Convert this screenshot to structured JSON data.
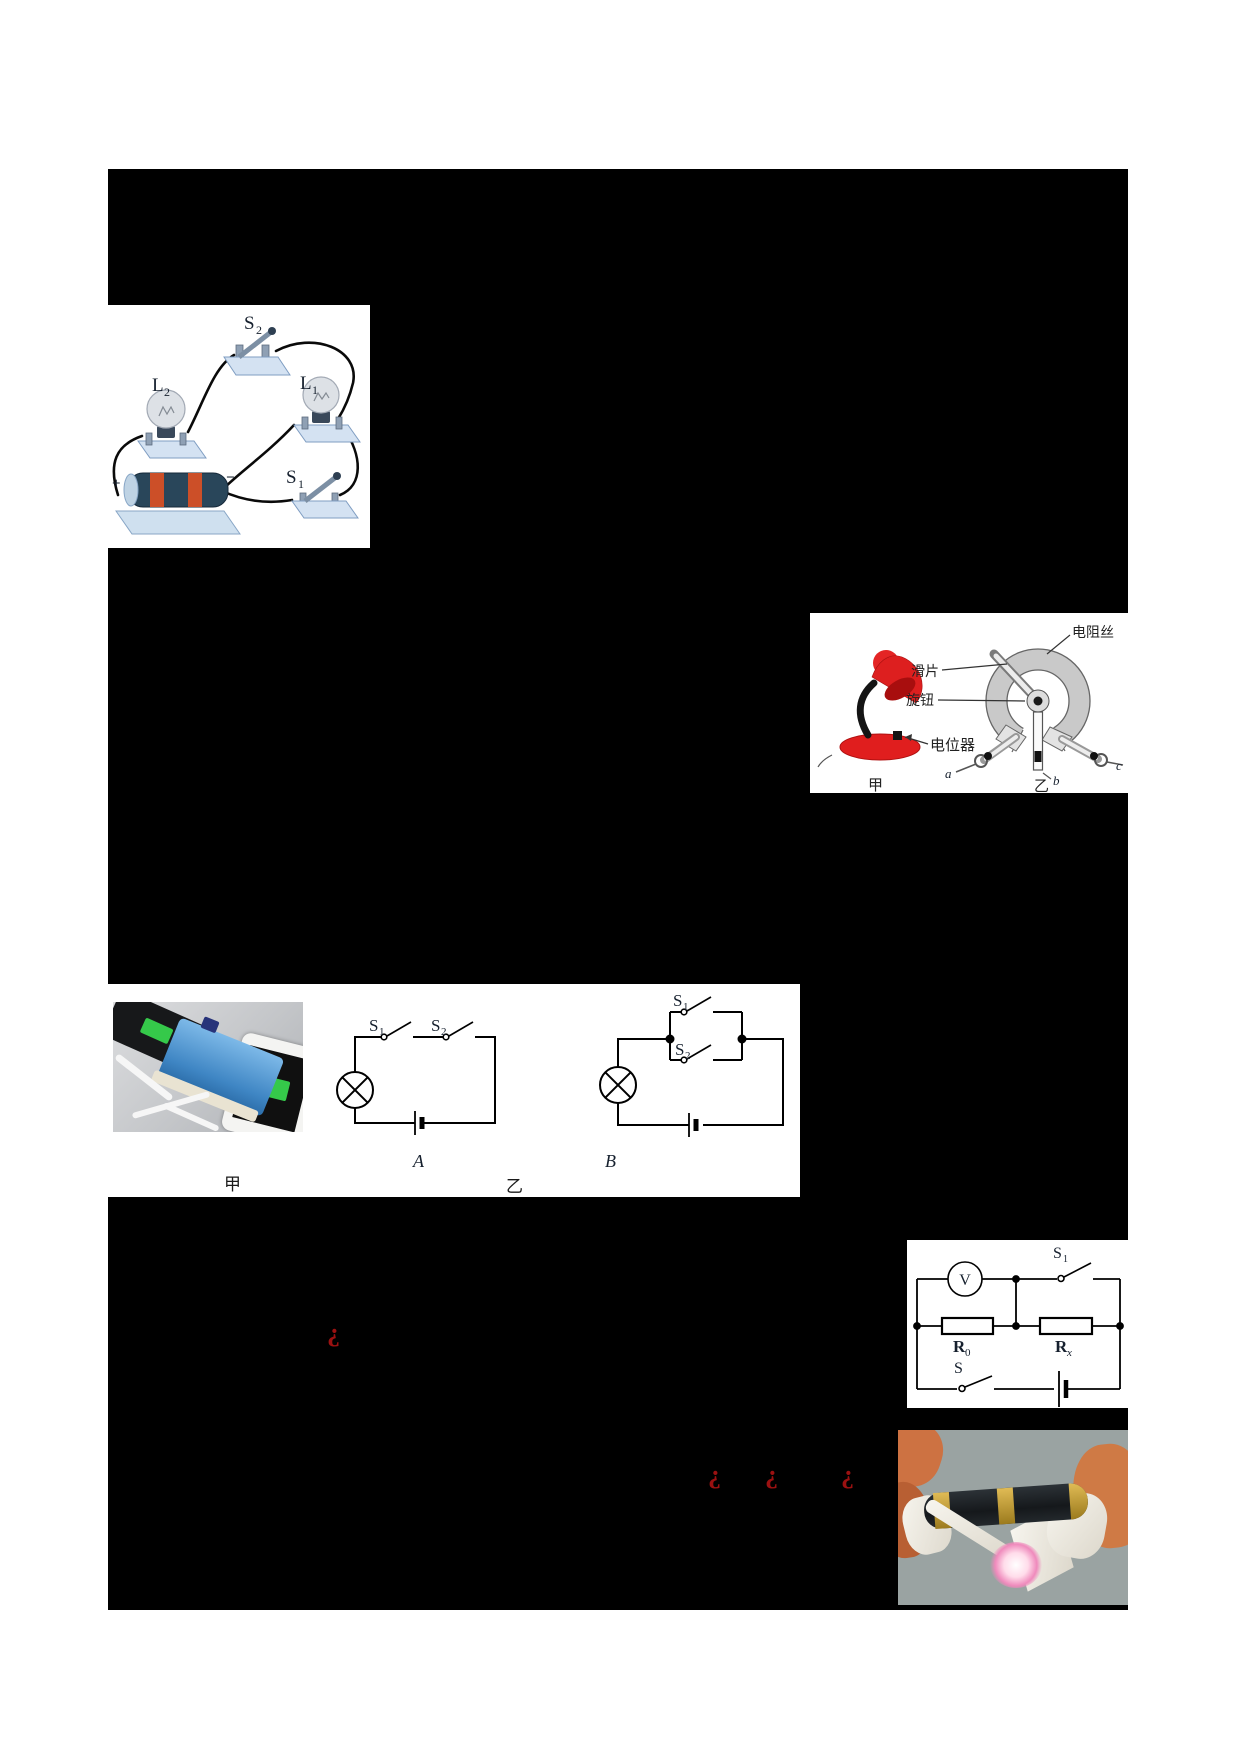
{
  "colors": {
    "block_bg": "#000000",
    "page_bg": "#ffffff",
    "mark_red": "#9b1111"
  },
  "fig1": {
    "s2": {
      "base": "S",
      "sub": "2"
    },
    "l2": {
      "base": "L",
      "sub": "2"
    },
    "l1": {
      "base": "L",
      "sub": "1"
    },
    "s1": {
      "base": "S",
      "sub": "1"
    },
    "plus": "+",
    "minus": "−"
  },
  "fig2": {
    "resistance_wire": "电阻丝",
    "slider": "滑片",
    "knob": "旋钮",
    "potentiometer": "电位器",
    "term_a": "a",
    "term_b": "b",
    "term_c": "c",
    "jia": "甲",
    "yi": "乙"
  },
  "fig3": {
    "a_s1": {
      "base": "S",
      "sub": "1"
    },
    "a_s2": {
      "base": "S",
      "sub": "2"
    },
    "b_s1": {
      "base": "S",
      "sub": "1"
    },
    "b_s2": {
      "base": "S",
      "sub": "2"
    },
    "label_a": "A",
    "label_b": "B",
    "jia": "甲",
    "yi": "乙"
  },
  "fig4": {
    "meter": "V",
    "s1": {
      "base": "S",
      "sub": "1"
    },
    "r0": {
      "base": "R",
      "sub": "0"
    },
    "rx": {
      "base": "R",
      "sub": "x"
    },
    "s": "S"
  },
  "marks": {
    "m1": "¿",
    "m2": "¿",
    "m3": "¿",
    "m4": "¿"
  }
}
